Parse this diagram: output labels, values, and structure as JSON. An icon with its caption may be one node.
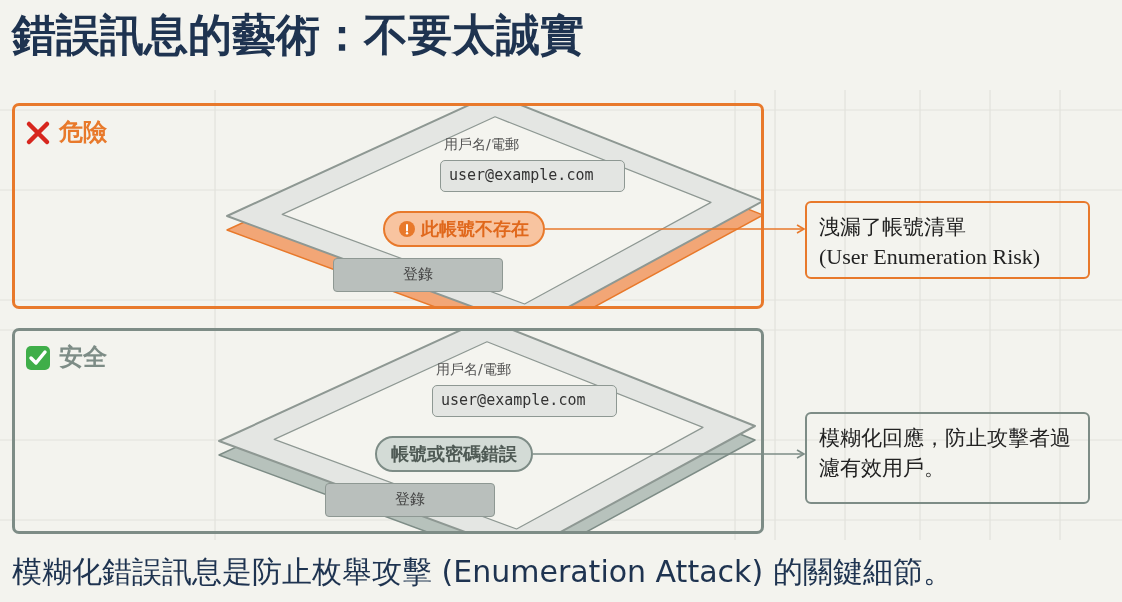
{
  "diagram": {
    "title": "錯誤訊息的藝術：不要太誠實",
    "caption": "模糊化錯誤訊息是防止枚舉攻擊 (Enumeration Attack) 的關鍵細節。",
    "nodes": [
      {
        "text": [
          "危險"
        ]
      },
      {
        "text": [
          "用戶名/電郵",
          "user@example.com"
        ],
        "in": 0
      },
      {
        "text": [
          "此帳號不存在"
        ],
        "in": 0
      },
      {
        "text": [
          "登錄"
        ],
        "in": 0
      },
      {
        "text": [
          "洩漏了帳號清單",
          "(User Enumeration Risk)"
        ]
      },
      {
        "text": [
          "安全"
        ]
      },
      {
        "text": [
          "用戶名/電郵",
          "user@example.com"
        ],
        "in": 5
      },
      {
        "text": [
          "帳號或密碼錯誤"
        ],
        "in": 5
      },
      {
        "text": [
          "登錄"
        ],
        "in": 5
      },
      {
        "text": [
          "模糊化回應，防止攻擊者過濾有效用戶。"
        ]
      }
    ],
    "edges": [
      {
        "from": 2,
        "to": 4,
        "arrow": "to",
        "color": "#e8792b"
      },
      {
        "from": 7,
        "to": 9,
        "arrow": "to",
        "color": "#7d8c86"
      }
    ]
  }
}
